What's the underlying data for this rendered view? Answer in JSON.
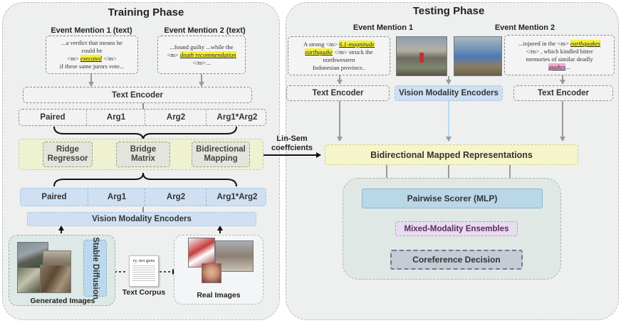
{
  "training": {
    "title": "Training Phase",
    "mention1_title": "Event Mention 1 (text)",
    "mention1_line1": "...a verdict that means he",
    "mention1_line2": "could be",
    "mention1_pre": "<m> ",
    "mention1_highlight": "executed",
    "mention1_post": " </m>",
    "mention1_line4": "if these same jurors vote...",
    "mention2_title": "Event Mention 2 (text)",
    "mention2_line1": "...found guilty ...while the",
    "mention2_pre": "<m> ",
    "mention2_highlight": "death recommendation",
    "mention2_line3": "</m>...",
    "text_encoder": "Text Encoder",
    "features": [
      "Paired",
      "Arg1",
      "Arg2",
      "Arg1*Arg2"
    ],
    "ridge_regressor": "Ridge Regressor",
    "bridge_matrix": "Bridge Matrix",
    "bidirectional_mapping": "Bidirectional Mapping",
    "vision_features": [
      "Paired",
      "Arg1",
      "Arg2",
      "Arg1*Arg2"
    ],
    "vision_encoders": "Vision Modality Encoders",
    "stable_diffusion": "Stable Diffusion",
    "generated_images": "Generated Images",
    "corpus_snippet": "ry, not guns",
    "text_corpus": "Text Corpus",
    "real_images": "Real Images"
  },
  "bridge_label": "Lin-Sem coeffcients",
  "testing": {
    "title": "Testing Phase",
    "mention1_title": "Event Mention 1",
    "mention1_line1_pre": "A strong <m> ",
    "mention1_highlight": "6.1-magnitude earthquake",
    "mention1_line1_post": " </m> struck the",
    "mention1_line3": "northwestern",
    "mention1_line4": "Indonesian province..",
    "mention2_title": "Event Mention 2",
    "mention2_line1_pre": "...injured in the <m> ",
    "mention2_highlight1": "earthquakes",
    "mention2_line2": "</m> , which kindled bitter",
    "mention2_line3": "memories of similar deadly",
    "mention2_highlight2": "quakes",
    "mention2_line4_post": "...",
    "text_encoder_left": "Text Encoder",
    "vision_encoders": "Vision Modality Encoders",
    "text_encoder_right": "Text Encoder",
    "bidirectional_repr": "Bidirectional Mapped Representations",
    "pairwise_scorer": "Pairwise Scorer (MLP)",
    "ensembles": "Mixed-Modality Ensembles",
    "decision": "Coreference Decision"
  },
  "colors": {
    "panel_bg": "#eef0ef",
    "green_band": "#eef2d0",
    "yellow_box": "#f5f5c9",
    "blue_box": "#cfe0f3",
    "scorer_blue": "#bad7e8",
    "decision_gray": "#c5ccd6",
    "mixed_pink": "#e8dcef",
    "highlight_yellow": "#f4f03a",
    "highlight_pink": "#f3a9d4"
  }
}
